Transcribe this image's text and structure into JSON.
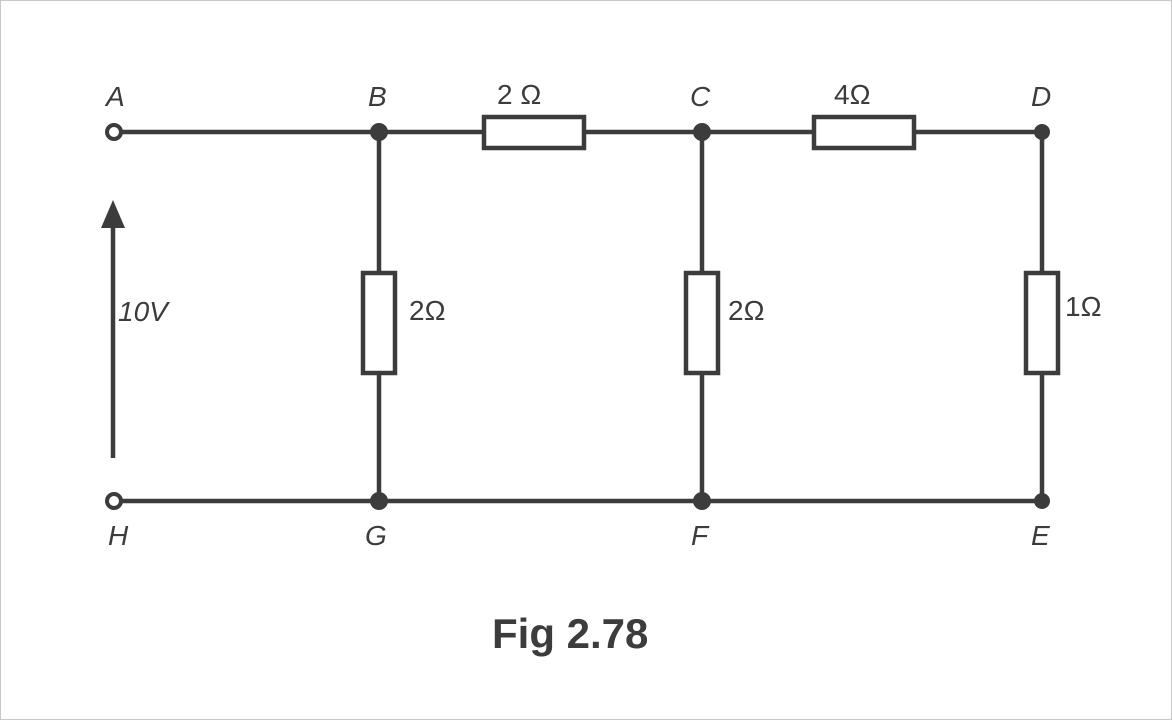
{
  "diagram": {
    "nodes": {
      "A": "A",
      "B": "B",
      "C": "C",
      "D": "D",
      "E": "E",
      "F": "F",
      "G": "G",
      "H": "H"
    },
    "resistors": {
      "bc": "2 Ω",
      "cd": "4Ω",
      "bg": "2Ω",
      "cf": "2Ω",
      "de": "1Ω"
    },
    "source_label": "10V",
    "caption": "Fig 2.78",
    "color": "#3c3c3c"
  }
}
